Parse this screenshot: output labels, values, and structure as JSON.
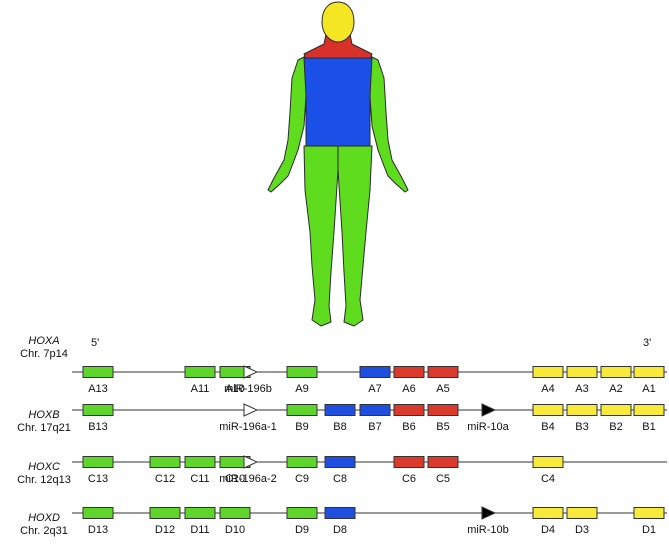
{
  "colors": {
    "head": "#f5e623",
    "neck": "#d8312a",
    "torso": "#1a4fe8",
    "limbs": "#5fdc1e",
    "outline": "#2a2a2a",
    "line": "#333333"
  },
  "labels": {
    "five_prime": "5'",
    "three_prime": "3'"
  },
  "clusters": [
    {
      "name": "HOXA",
      "chr": "Chr. 7p14",
      "elements": [
        {
          "label": "A13",
          "kind": "gene",
          "color": "green",
          "slot": 0
        },
        {
          "label": "A11",
          "kind": "gene",
          "color": "green",
          "slot": 2
        },
        {
          "label": "A10",
          "kind": "gene",
          "color": "green",
          "slot": 3
        },
        {
          "label": "miR-196b",
          "kind": "mir",
          "fill": "open",
          "slot": 4
        },
        {
          "label": "A9",
          "kind": "gene",
          "color": "green",
          "slot": 5
        },
        {
          "label": "A7",
          "kind": "gene",
          "color": "blue",
          "slot": 7
        },
        {
          "label": "A6",
          "kind": "gene",
          "color": "red",
          "slot": 8
        },
        {
          "label": "A5",
          "kind": "gene",
          "color": "red",
          "slot": 9
        },
        {
          "label": "A4",
          "kind": "gene",
          "color": "yellow",
          "slot": 11
        },
        {
          "label": "A3",
          "kind": "gene",
          "color": "yellow",
          "slot": 12
        },
        {
          "label": "A2",
          "kind": "gene",
          "color": "yellow",
          "slot": 13
        },
        {
          "label": "A1",
          "kind": "gene",
          "color": "yellow",
          "slot": 14
        }
      ]
    },
    {
      "name": "HOXB",
      "chr": "Chr. 17q21",
      "elements": [
        {
          "label": "B13",
          "kind": "gene",
          "color": "green",
          "slot": 0
        },
        {
          "label": "miR-196a-1",
          "kind": "mir",
          "fill": "open",
          "slot": 4
        },
        {
          "label": "B9",
          "kind": "gene",
          "color": "green",
          "slot": 5
        },
        {
          "label": "B8",
          "kind": "gene",
          "color": "blue",
          "slot": 6
        },
        {
          "label": "B7",
          "kind": "gene",
          "color": "blue",
          "slot": 7
        },
        {
          "label": "B6",
          "kind": "gene",
          "color": "red",
          "slot": 8
        },
        {
          "label": "B5",
          "kind": "gene",
          "color": "red",
          "slot": 9
        },
        {
          "label": "miR-10a",
          "kind": "mir",
          "fill": "solid",
          "slot": 10
        },
        {
          "label": "B4",
          "kind": "gene",
          "color": "yellow",
          "slot": 11
        },
        {
          "label": "B3",
          "kind": "gene",
          "color": "yellow",
          "slot": 12
        },
        {
          "label": "B2",
          "kind": "gene",
          "color": "yellow",
          "slot": 13
        },
        {
          "label": "B1",
          "kind": "gene",
          "color": "yellow",
          "slot": 14
        }
      ]
    },
    {
      "name": "HOXC",
      "chr": "Chr. 12q13",
      "elements": [
        {
          "label": "C13",
          "kind": "gene",
          "color": "green",
          "slot": 0
        },
        {
          "label": "C12",
          "kind": "gene",
          "color": "green",
          "slot": 1
        },
        {
          "label": "C11",
          "kind": "gene",
          "color": "green",
          "slot": 2
        },
        {
          "label": "C10",
          "kind": "gene",
          "color": "green",
          "slot": 3
        },
        {
          "label": "miR-196a-2",
          "kind": "mir",
          "fill": "open",
          "slot": 4
        },
        {
          "label": "C9",
          "kind": "gene",
          "color": "green",
          "slot": 5
        },
        {
          "label": "C8",
          "kind": "gene",
          "color": "blue",
          "slot": 6
        },
        {
          "label": "C6",
          "kind": "gene",
          "color": "red",
          "slot": 8
        },
        {
          "label": "C5",
          "kind": "gene",
          "color": "red",
          "slot": 9
        },
        {
          "label": "C4",
          "kind": "gene",
          "color": "yellow",
          "slot": 11
        }
      ]
    },
    {
      "name": "HOXD",
      "chr": "Chr. 2q31",
      "elements": [
        {
          "label": "D13",
          "kind": "gene",
          "color": "green",
          "slot": 0
        },
        {
          "label": "D12",
          "kind": "gene",
          "color": "green",
          "slot": 1
        },
        {
          "label": "D11",
          "kind": "gene",
          "color": "green",
          "slot": 2
        },
        {
          "label": "D10",
          "kind": "gene",
          "color": "green",
          "slot": 3
        },
        {
          "label": "D9",
          "kind": "gene",
          "color": "green",
          "slot": 5
        },
        {
          "label": "D8",
          "kind": "gene",
          "color": "blue",
          "slot": 6
        },
        {
          "label": "miR-10b",
          "kind": "mir",
          "fill": "solid",
          "slot": 10
        },
        {
          "label": "D4",
          "kind": "gene",
          "color": "yellow",
          "slot": 11
        },
        {
          "label": "D3",
          "kind": "gene",
          "color": "yellow",
          "slot": 12
        },
        {
          "label": "D1",
          "kind": "gene",
          "color": "yellow",
          "slot": 14
        }
      ]
    }
  ],
  "gene_colors": {
    "green": "#5fd42a",
    "blue": "#1f4fe0",
    "red": "#d93a2b",
    "yellow": "#f7ea3a"
  }
}
